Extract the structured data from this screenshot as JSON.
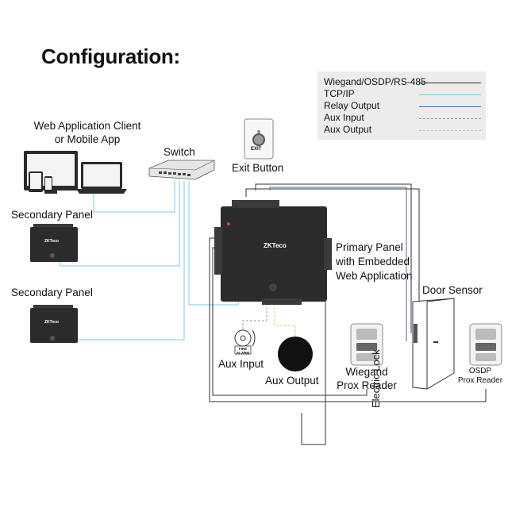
{
  "title": "Configuration:",
  "legend": {
    "items": [
      {
        "label": "Wiegand/OSDP/RS-485",
        "style": "solid-dark",
        "color": "#333333"
      },
      {
        "label": "TCP/IP",
        "style": "solid-light",
        "color": "#7cc8e8"
      },
      {
        "label": "Relay Output",
        "style": "solid-blue",
        "color": "#3d6fa0"
      },
      {
        "label": "Aux Input",
        "style": "dashed-gray",
        "color": "#999999"
      },
      {
        "label": "Aux Output",
        "style": "dashed-green",
        "color": "#b7d38a"
      }
    ]
  },
  "labels": {
    "web_client_line1": "Web Application Client",
    "web_client_line2": "or Mobile App",
    "switch": "Switch",
    "exit_button": "Exit Button",
    "exit_button_text": "EXIT",
    "secondary_panel_1": "Secondary Panel",
    "secondary_panel_2": "Secondary Panel",
    "primary_line1": "Primary Panel",
    "primary_line2": "with Embedded",
    "primary_line3": "Web Application",
    "door_sensor": "Door Sensor",
    "electric_lock": "Electric Lock",
    "aux_input": "Aux Input",
    "aux_output": "Aux Output",
    "wiegand_line1": "Wiegand",
    "wiegand_line2": "Prox Reader",
    "osdp_line1": "OSDP",
    "osdp_line2": "Prox Reader",
    "fire_alarm": "FIRE ALARM",
    "brand": "ZKTeco"
  },
  "colors": {
    "wiegand": "#333333",
    "tcpip": "#7cc8e8",
    "relay": "#3d6fa0",
    "aux_in": "#999999",
    "aux_out": "#b7d38a",
    "panel": "#2b2b2b",
    "brand_green": "#7bc142"
  }
}
